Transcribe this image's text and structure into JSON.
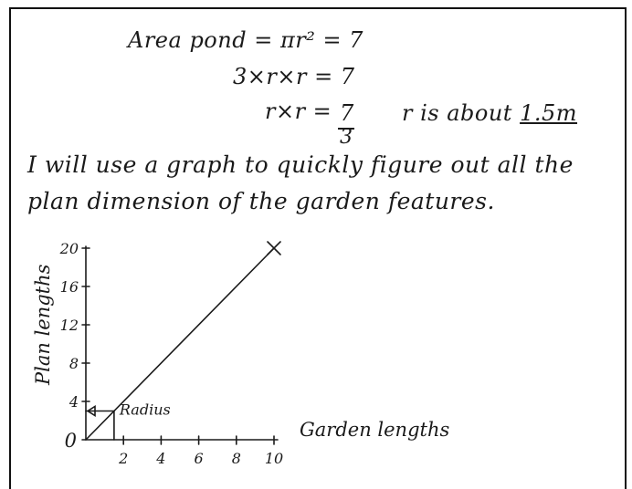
{
  "lines": {
    "area": "Area pond = πr² = 7",
    "mult": "3×r×r = 7",
    "rxr": "r×r =",
    "frac_num": "7",
    "frac_den": "3",
    "about_pre": "r is about ",
    "about_val": "1.5m"
  },
  "paragraph": {
    "line1": "I will use a graph to quickly figure out all the",
    "line2": "plan dimension of the garden features."
  },
  "chart_data": {
    "type": "line",
    "title": "",
    "xlabel": "Garden lengths",
    "ylabel": "Plan lengths",
    "xlim": [
      0,
      10
    ],
    "ylim": [
      0,
      20
    ],
    "x_ticks": [
      "2",
      "4",
      "6",
      "8",
      "10"
    ],
    "y_ticks": [
      "4",
      "8",
      "12",
      "16",
      "20"
    ],
    "origin_label": "0",
    "series": [
      {
        "x": [
          0,
          10
        ],
        "y": [
          0,
          20
        ]
      }
    ],
    "end_marker": "X",
    "annotation": {
      "text": "Radius",
      "x": 1.5,
      "y": 3
    }
  }
}
